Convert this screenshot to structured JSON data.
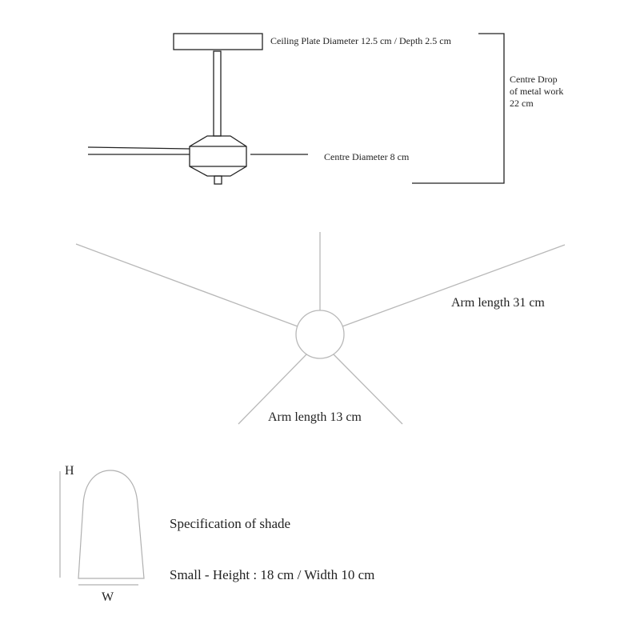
{
  "side_view": {
    "ceiling_plate_label": "Ceiling Plate Diameter 12.5 cm / Depth 2.5 cm",
    "centre_diameter_label": "Centre Diameter 8 cm",
    "centre_drop_lines": [
      "Centre Drop",
      "of metal work",
      "22 cm"
    ]
  },
  "top_view": {
    "arm_long_label": "Arm length 31 cm",
    "arm_short_label": "Arm length 13 cm"
  },
  "shade": {
    "height_marker": "H",
    "width_marker": "W",
    "title": "Specification of shade",
    "size_label": "Small - Height : 18 cm / Width 10 cm"
  },
  "colors": {
    "dark_line": "#222222",
    "light_line": "#b8b8b8"
  }
}
